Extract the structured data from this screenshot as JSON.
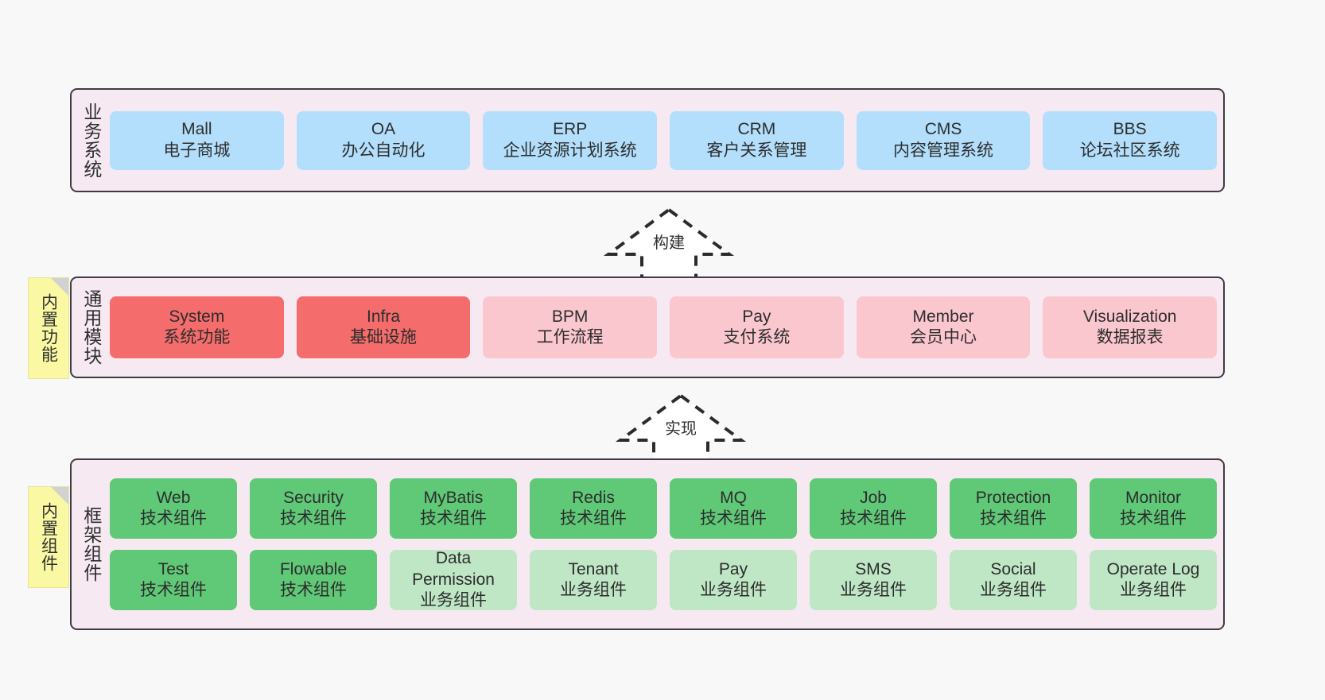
{
  "canvas": {
    "background": "#f8f8f8",
    "container_background": "#f7e9f2",
    "container_border": "#3f3b44"
  },
  "notes": [
    {
      "name": "builtin-features",
      "label": "内置功能",
      "color": "#fbf8a4"
    },
    {
      "name": "builtin-components",
      "label": "内置组件",
      "color": "#fbf8a4"
    }
  ],
  "arrows": [
    {
      "name": "build",
      "label": "构建",
      "style": "dashed-hollow-up"
    },
    {
      "name": "realize",
      "label": "实现",
      "style": "dashed-hollow-up"
    }
  ],
  "layers": [
    {
      "id": "business",
      "title": "业务系统",
      "rows": [
        [
          {
            "title": "Mall",
            "sub": "电子商城",
            "color": "#b3dffc"
          },
          {
            "title": "OA",
            "sub": "办公自动化",
            "color": "#b3dffc"
          },
          {
            "title": "ERP",
            "sub": "企业资源计划系统",
            "color": "#b3dffc"
          },
          {
            "title": "CRM",
            "sub": "客户关系管理",
            "color": "#b3dffc"
          },
          {
            "title": "CMS",
            "sub": "内容管理系统",
            "color": "#b3dffc"
          },
          {
            "title": "BBS",
            "sub": "论坛社区系统",
            "color": "#b3dffc"
          }
        ]
      ]
    },
    {
      "id": "common",
      "title": "通用模块",
      "rows": [
        [
          {
            "title": "System",
            "sub": "系统功能",
            "color": "#f56c6c"
          },
          {
            "title": "Infra",
            "sub": "基础设施",
            "color": "#f56c6c"
          },
          {
            "title": "BPM",
            "sub": "工作流程",
            "color": "#fbc7cf"
          },
          {
            "title": "Pay",
            "sub": "支付系统",
            "color": "#fbc7cf"
          },
          {
            "title": "Member",
            "sub": "会员中心",
            "color": "#fbc7cf"
          },
          {
            "title": "Visualization",
            "sub": "数据报表",
            "color": "#fbc7cf"
          }
        ]
      ]
    },
    {
      "id": "framework",
      "title": "框架组件",
      "rows": [
        [
          {
            "title": "Web",
            "sub": "技术组件",
            "color": "#5fc977"
          },
          {
            "title": "Security",
            "sub": "技术组件",
            "color": "#5fc977"
          },
          {
            "title": "MyBatis",
            "sub": "技术组件",
            "color": "#5fc977"
          },
          {
            "title": "Redis",
            "sub": "技术组件",
            "color": "#5fc977"
          },
          {
            "title": "MQ",
            "sub": "技术组件",
            "color": "#5fc977"
          },
          {
            "title": "Job",
            "sub": "技术组件",
            "color": "#5fc977"
          },
          {
            "title": "Protection",
            "sub": "技术组件",
            "color": "#5fc977"
          },
          {
            "title": "Monitor",
            "sub": "技术组件",
            "color": "#5fc977"
          }
        ],
        [
          {
            "title": "Test",
            "sub": "技术组件",
            "color": "#5fc977"
          },
          {
            "title": "Flowable",
            "sub": "技术组件",
            "color": "#5fc977"
          },
          {
            "title": "Data Permission",
            "sub": "业务组件",
            "color": "#bfe7c6",
            "wrap": true
          },
          {
            "title": "Tenant",
            "sub": "业务组件",
            "color": "#bfe7c6"
          },
          {
            "title": "Pay",
            "sub": "业务组件",
            "color": "#bfe7c6"
          },
          {
            "title": "SMS",
            "sub": "业务组件",
            "color": "#bfe7c6"
          },
          {
            "title": "Social",
            "sub": "业务组件",
            "color": "#bfe7c6"
          },
          {
            "title": "Operate Log",
            "sub": "业务组件",
            "color": "#bfe7c6"
          }
        ]
      ]
    }
  ]
}
